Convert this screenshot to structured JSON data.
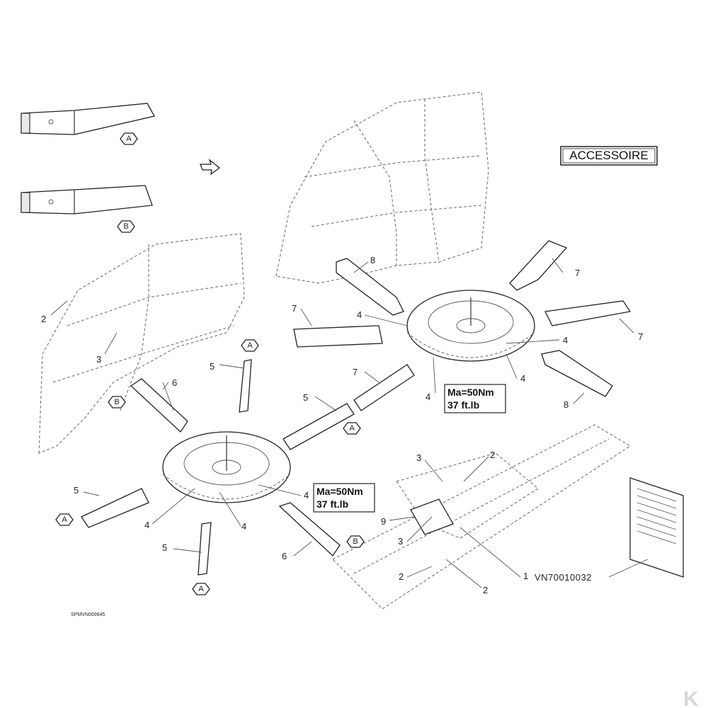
{
  "accessory_label": "ACCESSOIRE",
  "torque_upper": {
    "line1": "Ma=50Nm",
    "line2": "37 ft.lb"
  },
  "torque_lower": {
    "line1": "Ma=50Nm",
    "line2": "37 ft.lb"
  },
  "manual_ref": "VN70010032",
  "drawing_code": "SPMVN000645",
  "callouts": {
    "c1": "1",
    "c2": "2",
    "c3": "3",
    "c4": "4",
    "c5": "5",
    "c6": "6",
    "c7": "7",
    "c8": "8",
    "c9": "9"
  },
  "variants": {
    "a": "A",
    "b": "B"
  },
  "logo_letter": "K"
}
